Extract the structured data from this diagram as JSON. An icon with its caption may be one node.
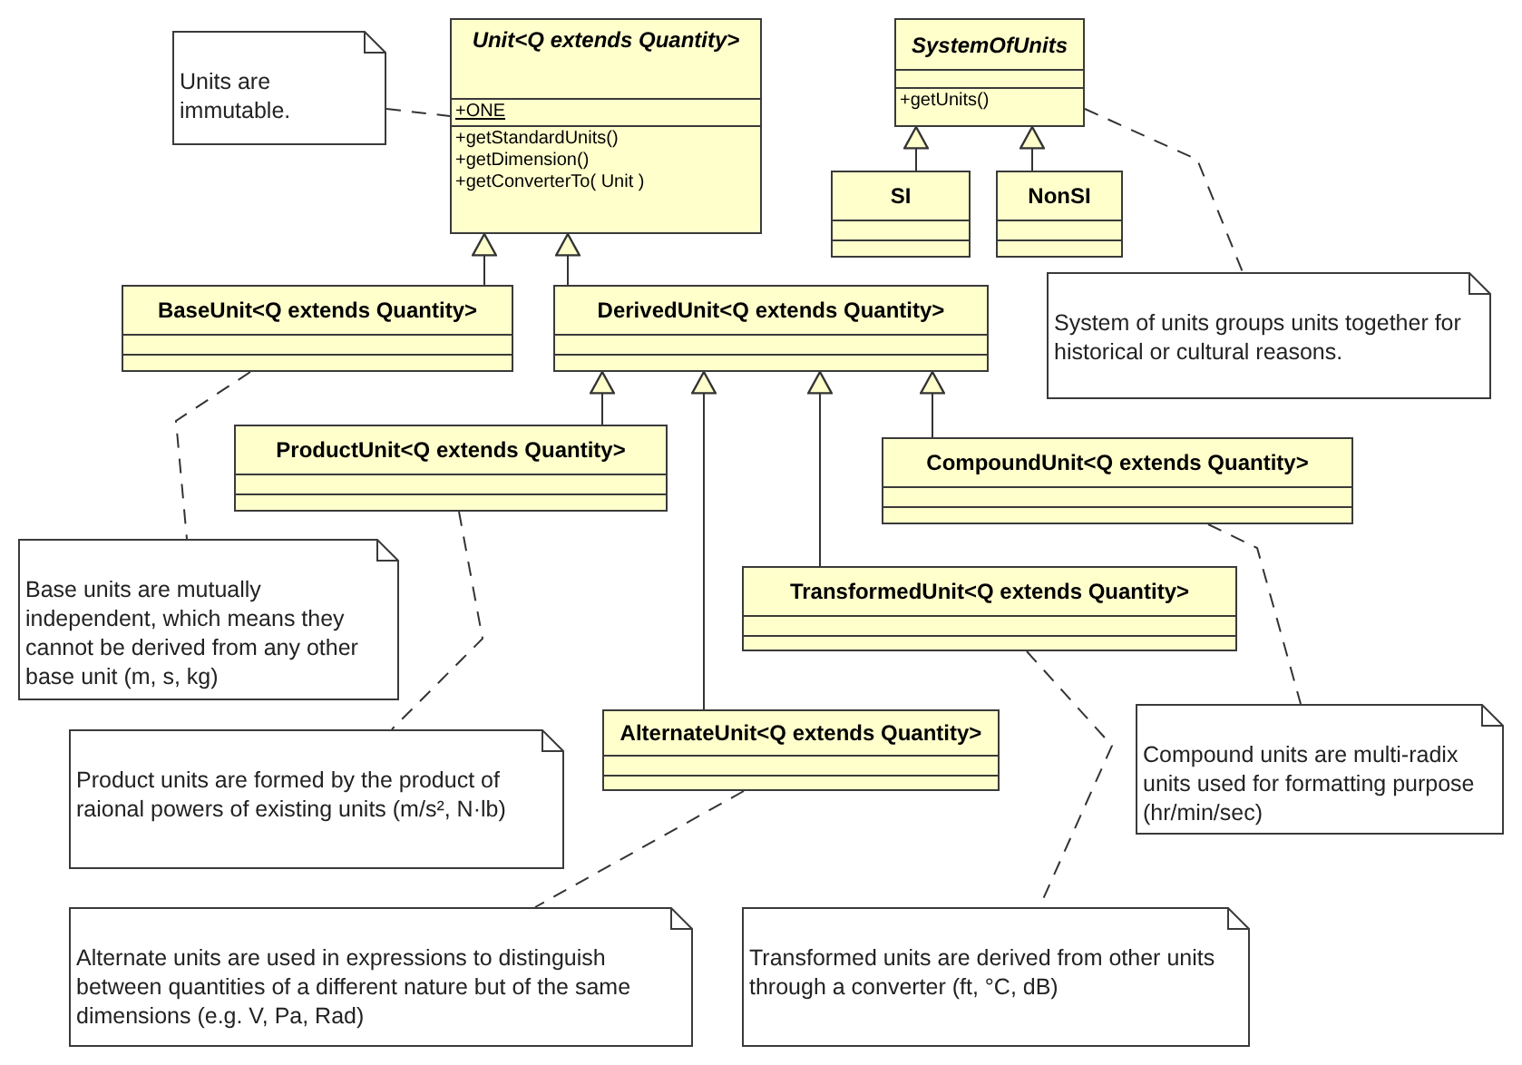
{
  "diagram": {
    "nodes": [
      {
        "text": [
          "Unit<Q extends Quantity>",
          "+ONE",
          "+getStandardUnits()",
          "+getDimension()",
          "+getConverterTo( Unit )"
        ]
      },
      {
        "text": [
          "SystemOfUnits",
          "+getUnits()"
        ]
      },
      {
        "text": [
          "Units are immutable."
        ]
      },
      {
        "text": [
          "SI"
        ]
      },
      {
        "text": [
          "NonSI"
        ]
      },
      {
        "text": [
          "BaseUnit<Q extends Quantity>"
        ]
      },
      {
        "text": [
          "DerivedUnit<Q extends Quantity>"
        ]
      },
      {
        "text": [
          "System of units groups units together for historical or cultural reasons."
        ]
      },
      {
        "text": [
          "ProductUnit<Q extends Quantity>"
        ]
      },
      {
        "text": [
          "CompoundUnit<Q extends Quantity>"
        ]
      },
      {
        "text": [
          "Base units are mutually independent, which means they cannot be derived from any other base unit (m, s, kg)"
        ]
      },
      {
        "text": [
          "TransformedUnit<Q extends Quantity>"
        ]
      },
      {
        "text": [
          "AlternateUnit<Q extends Quantity>"
        ]
      },
      {
        "text": [
          "Product units are formed by the product of raional powers of existing units (m/s², N·lb)"
        ]
      },
      {
        "text": [
          "Compound units are multi-radix units used for formatting purpose (hr/min/sec)"
        ]
      },
      {
        "text": [
          "Alternate units are used in expressions to distinguish between quantities of a different nature but of the same dimensions (e.g. V, Pa, Rad)"
        ]
      },
      {
        "text": [
          "Transformed units are derived from other units through a converter (ft, °C, dB)"
        ]
      }
    ],
    "edges": [
      {
        "from": 3,
        "to": 1,
        "arrow": "to"
      },
      {
        "from": 4,
        "to": 1,
        "arrow": "to"
      },
      {
        "from": 5,
        "to": 0,
        "arrow": "to"
      },
      {
        "from": 6,
        "to": 0,
        "arrow": "to"
      },
      {
        "from": 8,
        "to": 6,
        "arrow": "to"
      },
      {
        "from": 12,
        "to": 6,
        "arrow": "to"
      },
      {
        "from": 11,
        "to": 6,
        "arrow": "to"
      },
      {
        "from": 9,
        "to": 6,
        "arrow": "to"
      },
      {
        "from": 2,
        "to": 0,
        "arrow": "none",
        "style": "dashed"
      },
      {
        "from": 1,
        "to": 7,
        "arrow": "none",
        "style": "dashed"
      },
      {
        "from": 5,
        "to": 10,
        "arrow": "none",
        "style": "dashed"
      },
      {
        "from": 8,
        "to": 13,
        "arrow": "none",
        "style": "dashed"
      },
      {
        "from": 9,
        "to": 14,
        "arrow": "none",
        "style": "dashed"
      },
      {
        "from": 12,
        "to": 15,
        "arrow": "none",
        "style": "dashed"
      },
      {
        "from": 11,
        "to": 16,
        "arrow": "none",
        "style": "dashed"
      }
    ]
  }
}
